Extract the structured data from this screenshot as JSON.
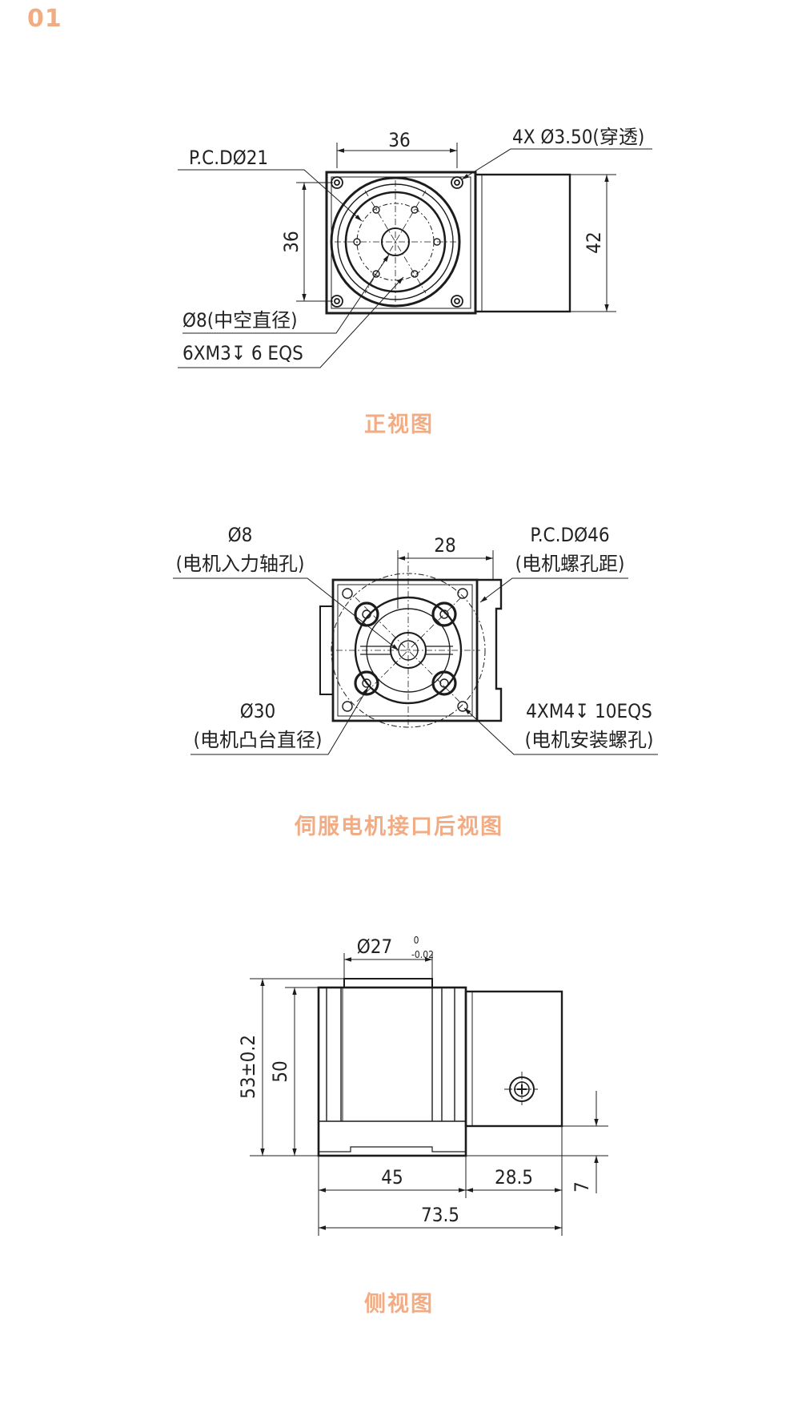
{
  "page_number": "01",
  "accent_color": "#f2ac84",
  "line_color": "#1c1c1c",
  "front_view": {
    "caption": "正视图",
    "dims": {
      "top_width": "36",
      "left_height": "36",
      "right_height": "42"
    },
    "callouts": {
      "pcd": "P.C.DØ21",
      "thru_holes": "4X Ø3.50(穿透)",
      "hollow_dia": "Ø8(中空直径)",
      "tapped": "6XM3↧ 6 EQS"
    }
  },
  "rear_view": {
    "caption": "伺服电机接口后视图",
    "dims": {
      "top_width": "28"
    },
    "callouts": {
      "shaft_dia": "Ø8",
      "shaft_label": "(电机入力轴孔)",
      "pcd": "P.C.DØ46",
      "pcd_label": "(电机螺孔距)",
      "boss_dia": "Ø30",
      "boss_label": "(电机凸台直径)",
      "mount_holes": "4XM4↧ 10EQS",
      "mount_label": "(电机安装螺孔)"
    }
  },
  "side_view": {
    "caption": "侧视图",
    "dims": {
      "top_dia": "Ø27",
      "tol_upper": "0",
      "tol_lower": "-0.02",
      "overall_height": "53±0.2",
      "body_height": "50",
      "body_length": "45",
      "motor_ext": "28.5",
      "overall_length": "73.5",
      "offset": "7"
    }
  }
}
